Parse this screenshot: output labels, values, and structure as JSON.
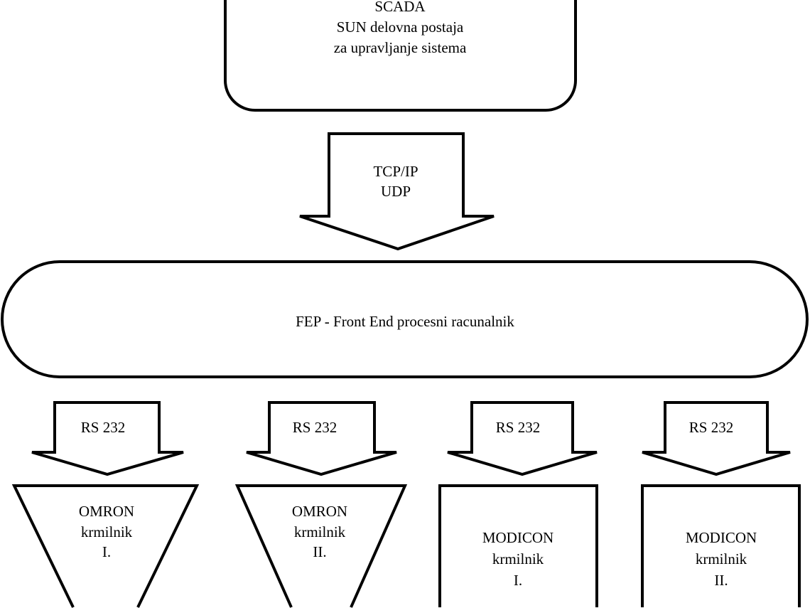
{
  "scada": {
    "lines": [
      "SCADA",
      "SUN delovna postaja",
      "za upravljanje sistema"
    ]
  },
  "network_arrow": {
    "lines": [
      "TCP/IP",
      "UDP"
    ]
  },
  "fep": {
    "label": "FEP - Front End procesni racunalnik"
  },
  "serial_arrows": [
    {
      "label": "RS 232"
    },
    {
      "label": "RS 232"
    },
    {
      "label": "RS 232"
    },
    {
      "label": "RS 232"
    }
  ],
  "controllers": [
    {
      "lines": [
        "OMRON",
        "krmilnik",
        "I."
      ]
    },
    {
      "lines": [
        "OMRON",
        "krmilnik",
        "II."
      ]
    },
    {
      "lines": [
        "MODICON",
        "krmilnik",
        "I."
      ]
    },
    {
      "lines": [
        "MODICON",
        "krmilnik",
        "II."
      ]
    }
  ]
}
